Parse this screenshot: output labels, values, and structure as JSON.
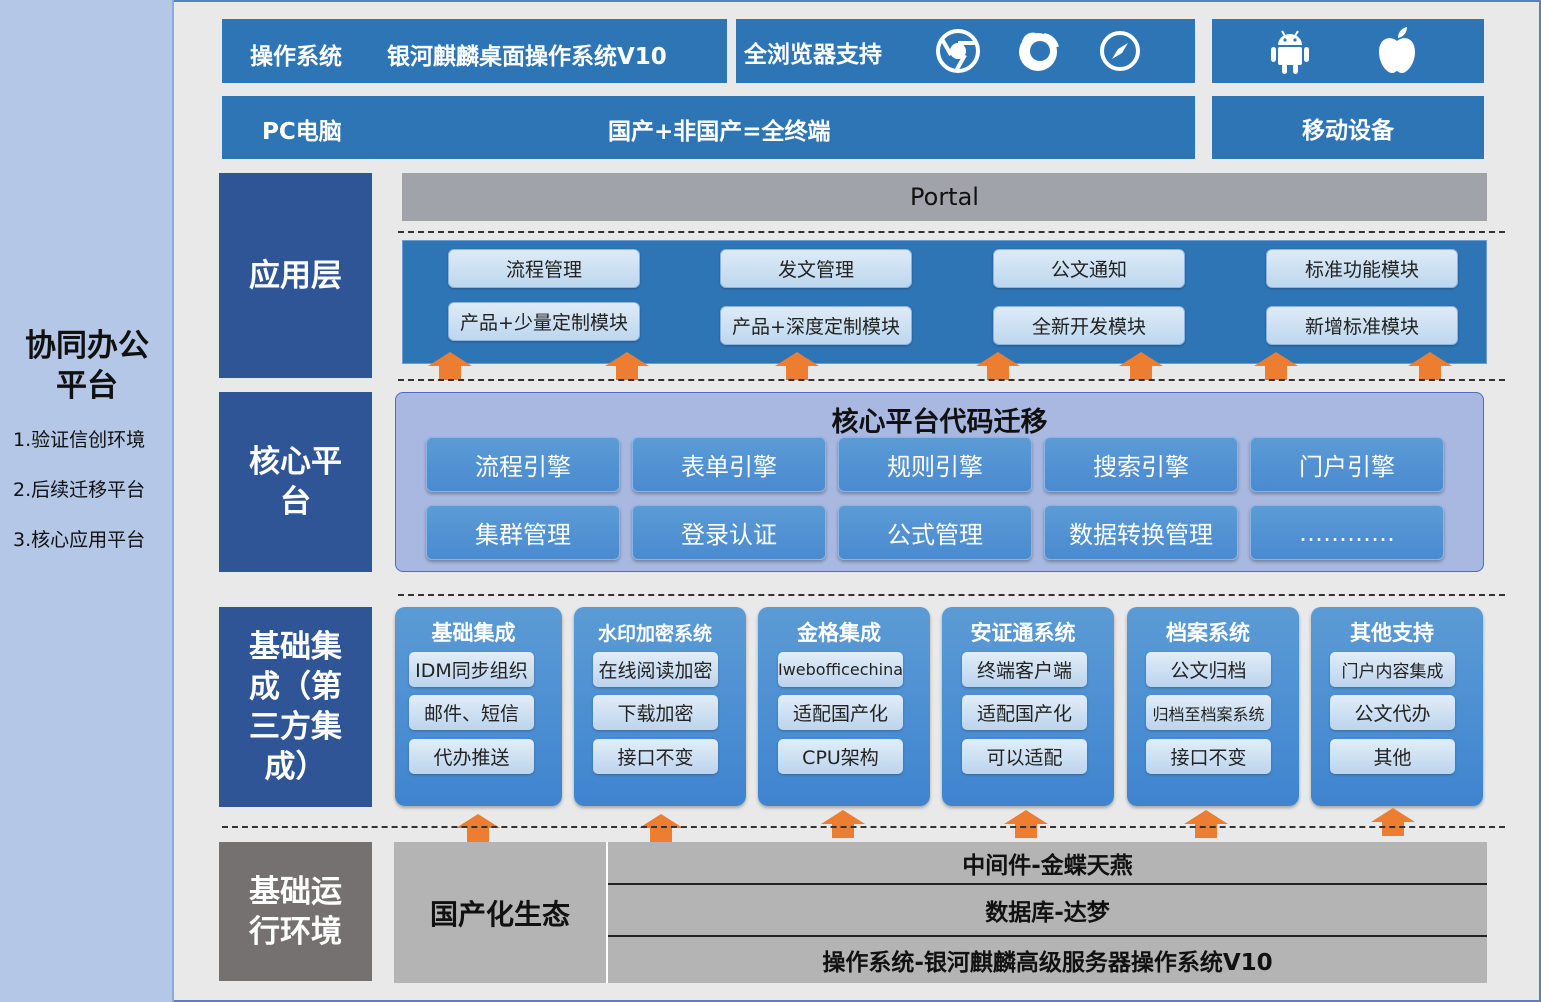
{
  "left": {
    "title": "协同办公平台",
    "items": [
      "1.验证信创环境",
      "2.后续迁移平台",
      "3.核心应用平台"
    ]
  },
  "top": {
    "os_label": "操作系统",
    "os_value": "银河麒麟桌面操作系统V10",
    "browser_label": "全浏览器支持",
    "browser_icons": [
      "chrome-icon",
      "firefox-icon",
      "safari-icon"
    ],
    "mobile_icons": [
      "android-icon",
      "apple-icon"
    ],
    "pc_label": "PC电脑",
    "pc_value": "国产+非国产=全终端",
    "mobile_label": "移动设备"
  },
  "app_layer": {
    "label": "应用层",
    "portal": "Portal",
    "modules": [
      {
        "top": "流程管理",
        "bottom": "产品+少量定制模块"
      },
      {
        "top": "发文管理",
        "bottom": "产品+深度定制模块"
      },
      {
        "top": "公文通知",
        "bottom": "全新开发模块"
      },
      {
        "top": "标准功能模块",
        "bottom": "新增标准模块"
      }
    ]
  },
  "core_layer": {
    "label": "核心平台",
    "title": "核心平台代码迁移",
    "row1": [
      "流程引擎",
      "表单引擎",
      "规则引擎",
      "搜索引擎",
      "门户引擎"
    ],
    "row2": [
      "集群管理",
      "登录认证",
      "公式管理",
      "数据转换管理",
      "…………"
    ]
  },
  "integration_layer": {
    "label": "基础集成（第三方集成）",
    "columns": [
      {
        "title": "基础集成",
        "items": [
          "IDM同步组织",
          "邮件、短信",
          "代办推送"
        ]
      },
      {
        "title": "水印加密系统",
        "items": [
          "在线阅读加密",
          "下载加密",
          "接口不变"
        ]
      },
      {
        "title": "金格集成",
        "items": [
          "Iwebofficechina",
          "适配国产化",
          "CPU架构"
        ]
      },
      {
        "title": "安证通系统",
        "items": [
          "终端客户端",
          "适配国产化",
          "可以适配"
        ]
      },
      {
        "title": "档案系统",
        "items": [
          "公文归档",
          "归档至档案系统",
          "接口不变"
        ]
      },
      {
        "title": "其他支持",
        "items": [
          "门户内容集成",
          "公文代办",
          "其他"
        ]
      }
    ]
  },
  "runtime_layer": {
    "label": "基础运行环境",
    "eco": "国产化生态",
    "rows": [
      "中间件-金蝶天燕",
      "数据库-达梦",
      "操作系统-银河麒麟高级服务器操作系统V10"
    ]
  },
  "colors": {
    "bar_blue": "#2e75b6",
    "label_blue": "#2f5597",
    "arrow_orange": "#ed7d31",
    "left_bg": "#b4c7e7"
  }
}
